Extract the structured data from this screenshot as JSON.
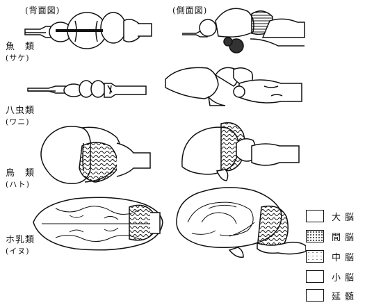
{
  "headers": {
    "dorsal": "(背面図)",
    "lateral": "(側面図)"
  },
  "classes": [
    {
      "name": "魚　類",
      "example": "(サケ)"
    },
    {
      "name": "八虫類",
      "example": "(ワニ)"
    },
    {
      "name": "鳥　類",
      "example": "(ハト)"
    },
    {
      "name": "ホ乳類",
      "example": "(イヌ)"
    }
  ],
  "legend": [
    {
      "label": "大脳",
      "pattern": "blank"
    },
    {
      "label": "間脳",
      "pattern": "dense-stipple"
    },
    {
      "label": "中脳",
      "pattern": "light-stipple"
    },
    {
      "label": "小脳",
      "pattern": "blank"
    },
    {
      "label": "延髄",
      "pattern": "blank"
    }
  ]
}
